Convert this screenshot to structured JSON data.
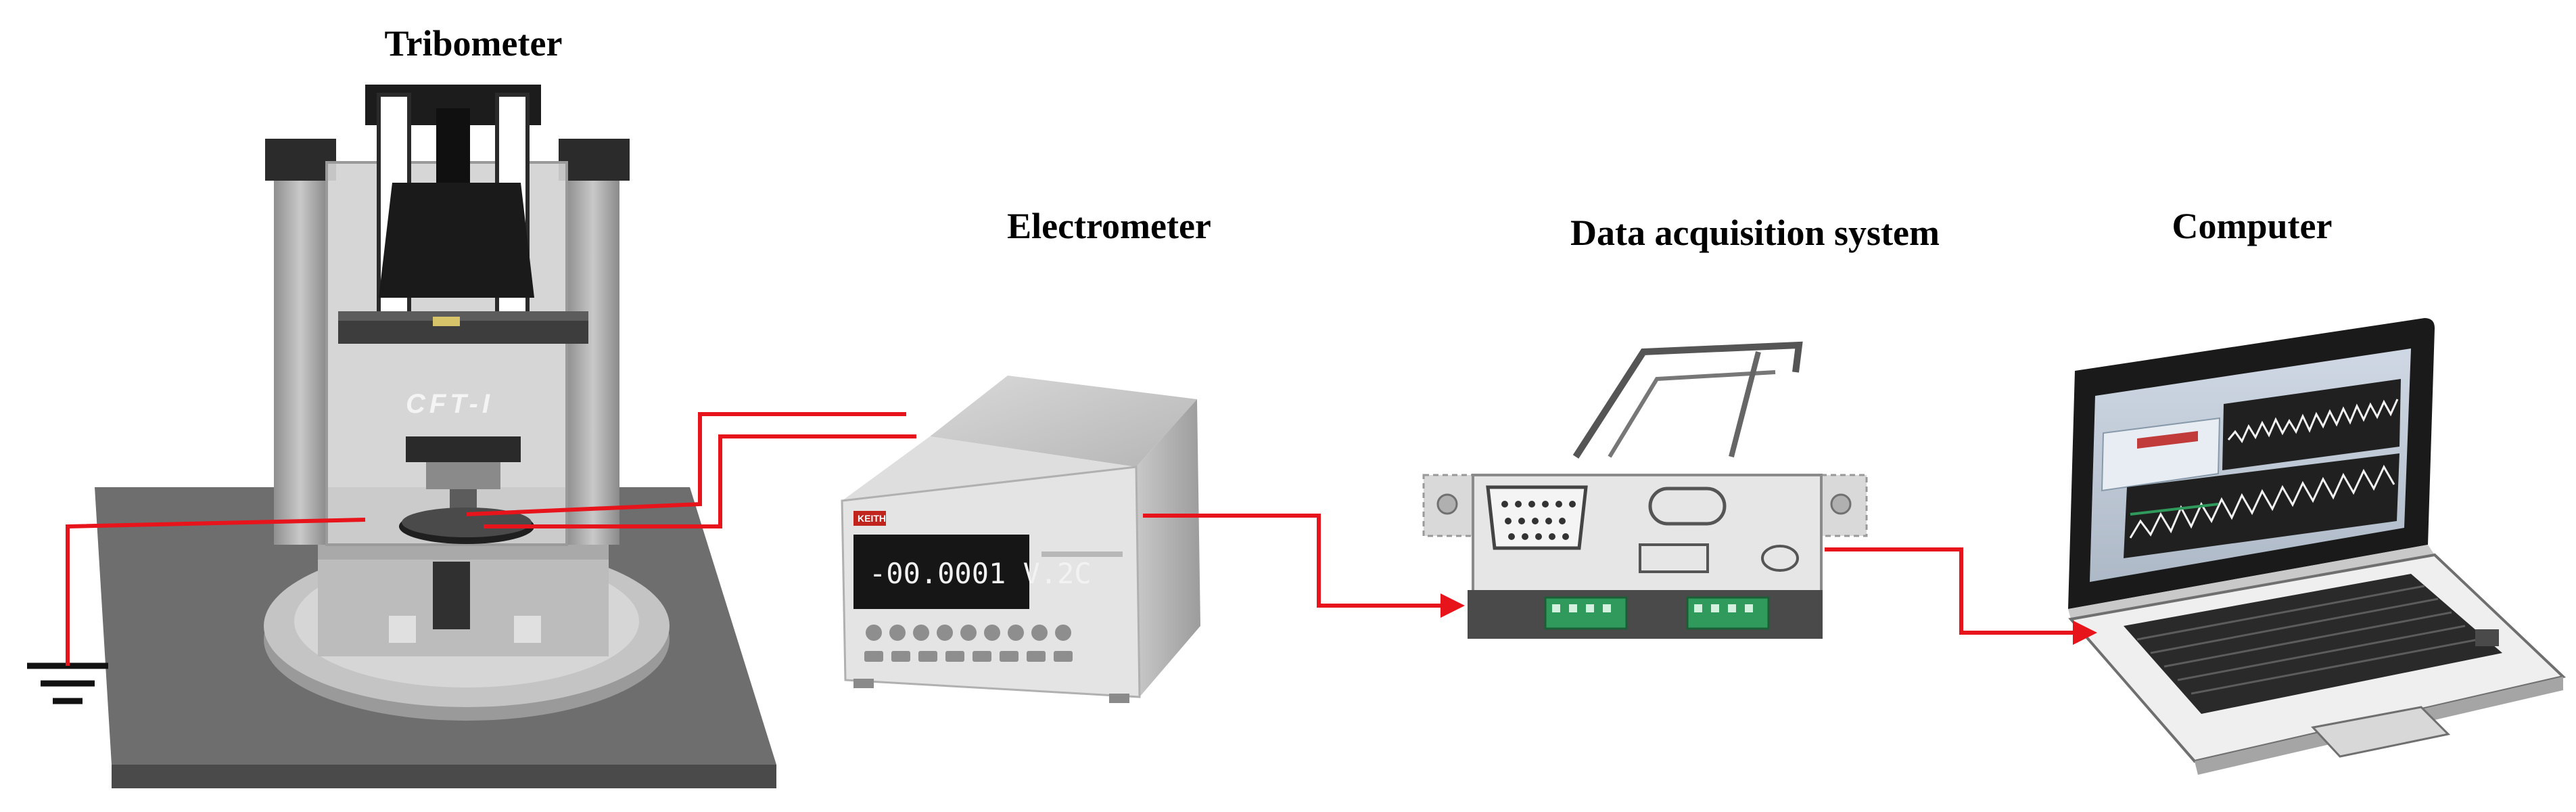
{
  "labels": {
    "tribometer": "Tribometer",
    "electrometer": "Electrometer",
    "daq": "Data acquisition system",
    "computer": "Computer"
  },
  "tribometer": {
    "model": "CFT-I"
  },
  "electrometer": {
    "display": "-00.0001 V.2C"
  },
  "colors": {
    "wire": "#e8141b",
    "device_body": "#b8b8b8",
    "base_plate": "#6e6e6e",
    "screen_wave": "#f2f2f2",
    "terminal_green": "#2f9a5b"
  },
  "icons": [
    "ground-symbol",
    "tribometer-device",
    "electrometer-device",
    "daq-card",
    "laptop"
  ]
}
